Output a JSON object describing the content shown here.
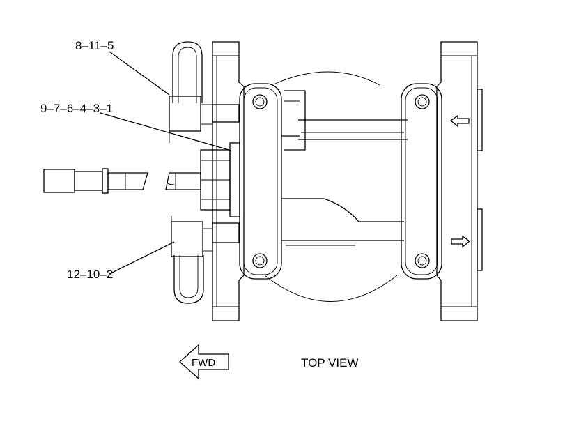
{
  "diagram": {
    "callouts": [
      {
        "id": "upper-left",
        "label": "8–11–5"
      },
      {
        "id": "middle-left",
        "label": "9–7–6–4–3–1"
      },
      {
        "id": "lower-left",
        "label": "12–10–2"
      }
    ],
    "view_title": "TOP VIEW",
    "direction_arrow": {
      "label": "FWD",
      "points": "left"
    },
    "flow_arrows": [
      {
        "id": "upper",
        "points": "left"
      },
      {
        "id": "lower",
        "points": "right"
      }
    ]
  }
}
